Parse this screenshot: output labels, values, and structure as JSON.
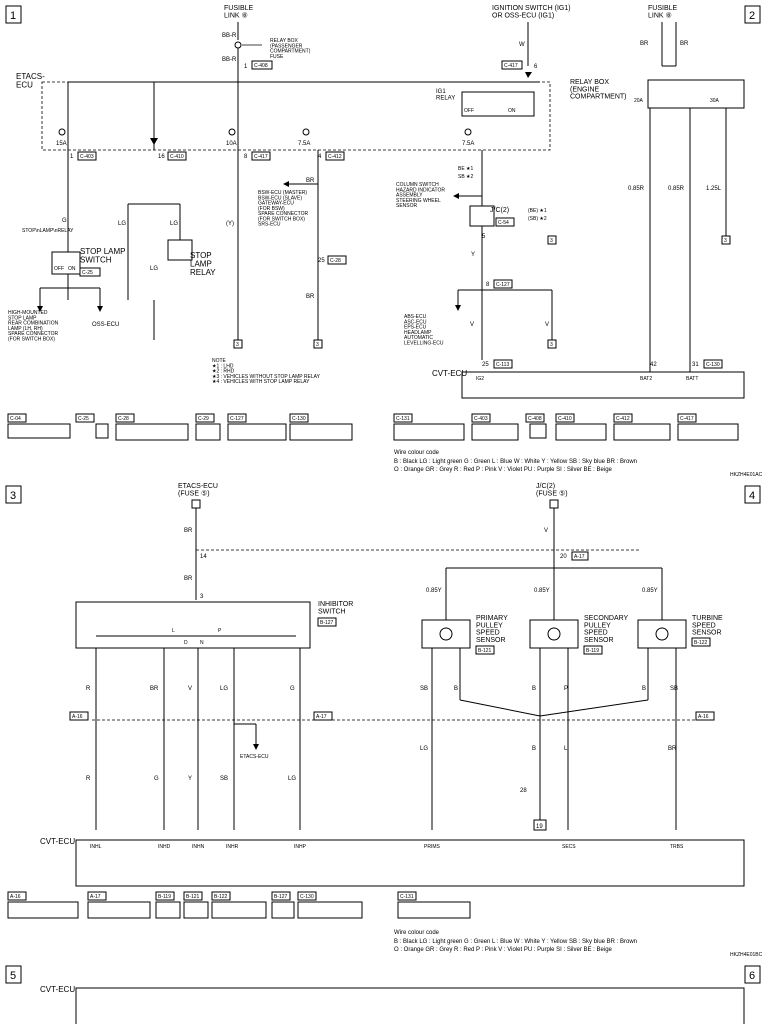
{
  "panels": [
    "1",
    "2",
    "3",
    "4",
    "5",
    "6"
  ],
  "top": {
    "fusible_link_left": "FUSIBLE\nLINK ⑧",
    "fusible_link_right": "FUSIBLE\nLINK ⑧",
    "ig_switch": "IGNITION SWITCH (IG1)\nOR OSS-ECU (IG1)",
    "relay_box_pass": "RELAY BOX\n(PASSENGER\nCOMPARTMENT)\nFUSE",
    "relay_box_eng": "RELAY BOX\n(ENGINE\nCOMPARTMENT)",
    "etacs_ecu": "ETACS-\nECU",
    "ig1_relay": "IG1\nRELAY",
    "off": "OFF",
    "on": "ON",
    "stop_lamp_switch": "STOP LAMP\nSWITCH",
    "stop_lamp_relay": "STOP\nLAMP\nRELAY",
    "stop_lamp_relay_small": "STOP\nLAMP\nRELAY",
    "high_mounted": "HIGH-MOUNTED\nSTOP LAMP\nREAR COMBINATION\nLAMP (LH, RH)\nSPARE CONNECTOR\n(FOR SWITCH BOX)",
    "oss_ecu": "OSS-ECU",
    "bsw_list": "BSW-ECU (MASTER)\nBSW-ECU (SLAVE)\nGATEWAY-ECU\n(FOR BSW)\nSPARE CONNECTOR\n(FOR SWITCH BOX)\nSRS-ECU",
    "column_switch": "COLUMN SWITCH\nHAZARD INDICATOR\nASSEMBLY\nSTEERING WHEEL\nSENSOR",
    "jc2": "J/C(2)",
    "abs_list": "ABS-ECU\nASC-ECU\nEPS-ECU\nHEADLAMP\nAUTOMATIC\nLEVELLING-ECU",
    "note": "NOTE\n★1 : LHD\n★2 : RHD\n★3 : VEHICLES WITHOUT STOP LAMP RELAY\n★4 : VEHICLES WITH STOP LAMP RELAY",
    "cvt_ecu": "CVT-ECU",
    "pins_cvt": [
      "IG2",
      "BAT2",
      "BATT"
    ],
    "wire_labels": [
      "BR",
      "BR",
      "W",
      "BR",
      "BR",
      "G",
      "LG",
      "LG",
      "LG",
      "(Y)",
      "BR",
      "BR",
      "Y",
      "V",
      "V",
      "0.85R",
      "0.85R",
      "1.25L",
      "BE ★1",
      "SB ★2",
      "(BE) ★1",
      "(SB) ★2"
    ],
    "fuse_labels": [
      "15A",
      "10A",
      "7.5A",
      "7.5A",
      "20A",
      "30A"
    ],
    "connectors": [
      "C-04",
      "C-25",
      "C-28",
      "C-29",
      "C-127",
      "C-130",
      "C-131",
      "C-403",
      "C-408",
      "C-410",
      "C-412",
      "C-417",
      "C-54",
      "C-113"
    ],
    "pin_nums": [
      "1",
      "2",
      "3",
      "4",
      "5",
      "6",
      "8",
      "16",
      "25",
      "42",
      "31"
    ],
    "wire_code_title": "Wire colour code",
    "wire_code_1": "B : Black   LG : Light green   G : Green   L : Blue   W : White   Y : Yellow   SB : Sky blue   BR : Brown",
    "wire_code_2": "O : Orange   GR : Grey   R : Red   P : Pink   V : Violet   PU : Purple   SI : Silver   BE : Beige",
    "code": "HKZH4E01AC"
  },
  "bottom": {
    "etacs_fuse": "ETACS-ECU\n(FUSE ⑤)",
    "jc_fuse": "J/C(2)\n(FUSE ⑤)",
    "inhibitor": "INHIBITOR\nSWITCH",
    "inhibitor_conn": "B-127",
    "positions": [
      "L",
      "D",
      "N",
      "P"
    ],
    "primary": "PRIMARY\nPULLEY\nSPEED\nSENSOR",
    "secondary": "SECONDARY\nPULLEY\nSPEED\nSENSOR",
    "turbine": "TURBINE\nSPEED\nSENSOR",
    "sensor_conns": [
      "B-121",
      "B-119",
      "B-122"
    ],
    "jc_conn_a": "A-17",
    "jc_conn_b": "A-16",
    "etacs_small": "ETACS-ECU",
    "cvt_ecu": "CVT-ECU",
    "cvt_pins": [
      "INHL",
      "INHD",
      "INHN",
      "INHR",
      "INHP",
      "PRIMS",
      "SECS",
      "TRBS"
    ],
    "wire_colors": [
      "BR",
      "BR",
      "R",
      "BR",
      "V",
      "LG",
      "G",
      "R",
      "G",
      "Y",
      "SB",
      "LG",
      "0.85Y",
      "0.85Y",
      "0.85Y",
      "SB",
      "B",
      "B",
      "P",
      "B",
      "SB",
      "LG",
      "B",
      "L",
      "BR"
    ],
    "ground": "19",
    "ground_ref": "28",
    "connectors": [
      "A-16",
      "A-17",
      "B-119",
      "B-121",
      "B-122",
      "B-127",
      "C-130",
      "C-131"
    ],
    "wire_code_title": "Wire colour code",
    "wire_code_1": "B : Black   LG : Light green   G : Green   L : Blue   W : White   Y : Yellow   SB : Sky blue   BR : Brown",
    "wire_code_2": "O : Orange   GR : Grey   R : Red   P : Pink   V : Violet   PU : Purple   SI : Silver   BE : Beige",
    "code": "HKZH4E01BC"
  },
  "third": {
    "cvt_ecu": "CVT-ECU"
  }
}
